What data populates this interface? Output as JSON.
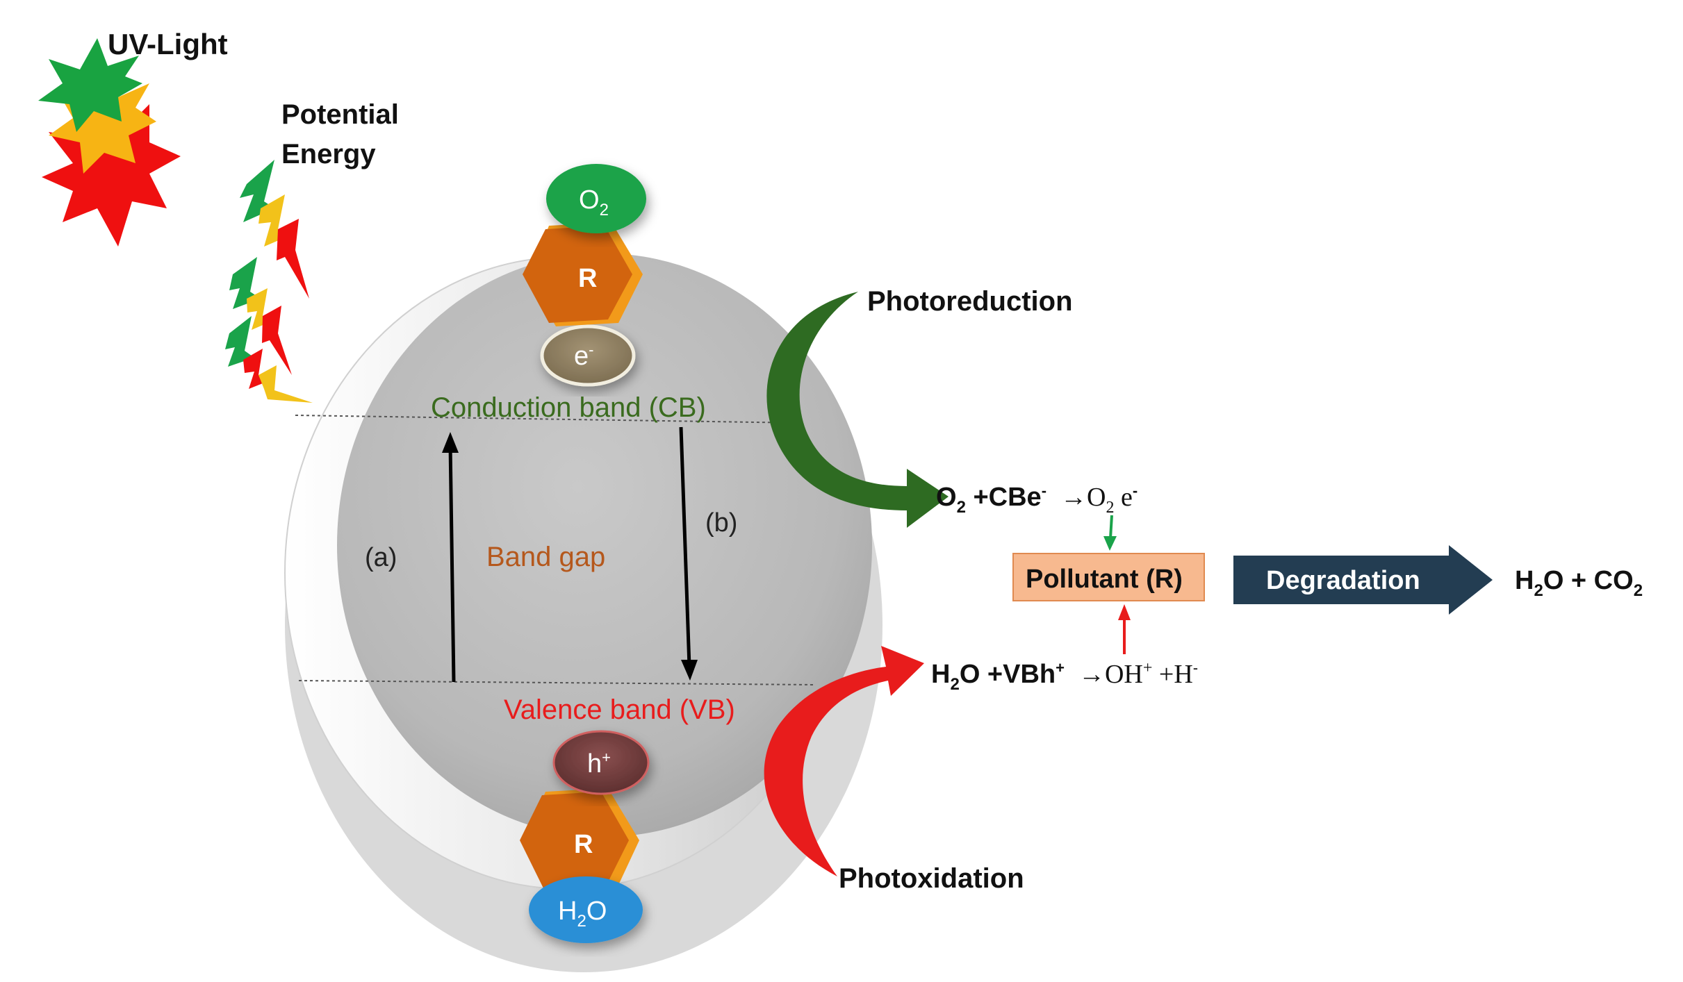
{
  "labels": {
    "uv_light": "UV-Light",
    "potential_line1": "Potential",
    "potential_line2": "Energy",
    "o2": "O",
    "o2_sub": "2",
    "r": "R",
    "electron": "e",
    "electron_sup": "-",
    "hole": "h",
    "hole_sup": "+",
    "h2o_h": "H",
    "h2o_sub": "2",
    "h2o_o": "O",
    "conduction_band": "Conduction band (CB)",
    "valence_band": "Valence  band (VB)",
    "band_gap": "Band gap",
    "a": "(a)",
    "b": "(b)",
    "photoreduction": "Photoreduction",
    "photoxidation": "Photoxidation",
    "pollutant": "Pollutant (R)",
    "degradation": "Degradation"
  },
  "equations": {
    "reduction": {
      "o2_lhs": "O",
      "o2_lhs_sub": "2",
      "cbe_text": " +CBe",
      "cbe_sup": "-",
      "arrow": "→",
      "o2_rhs": "O",
      "o2_rhs_sub": "2",
      "e_text": " e",
      "e_sup": "-"
    },
    "oxidation": {
      "h2o_h": "H",
      "h2o_sub": "2",
      "h2o_o": "O",
      "vbh_text": " +VBh",
      "vbh_sup": "+",
      "arrow": "→",
      "oh": "OH",
      "oh_sup": "+",
      "plus_h": " +H",
      "h_sup": "-"
    },
    "products": {
      "h": "H",
      "h_sub": "2",
      "o_plus_co": "O + CO",
      "co_sub": "2"
    }
  },
  "colors": {
    "conduction_band": "#3a6b1e",
    "valence_band": "#e81c1c",
    "band_gap": "#b5581c",
    "photoreduction_arrow": "#2e6b22",
    "photoxidation_arrow": "#e81c1c",
    "degradation_arrow": "#233d52",
    "pollutant_box": "#f7b98f",
    "o2_bubble": "#1aa34a",
    "h2o_bubble": "#2b8fd6",
    "ring_r": "#d2640e"
  },
  "icons": [
    "uv-starburst-icon",
    "lightning-bolt-icon",
    "arrow-icon"
  ]
}
